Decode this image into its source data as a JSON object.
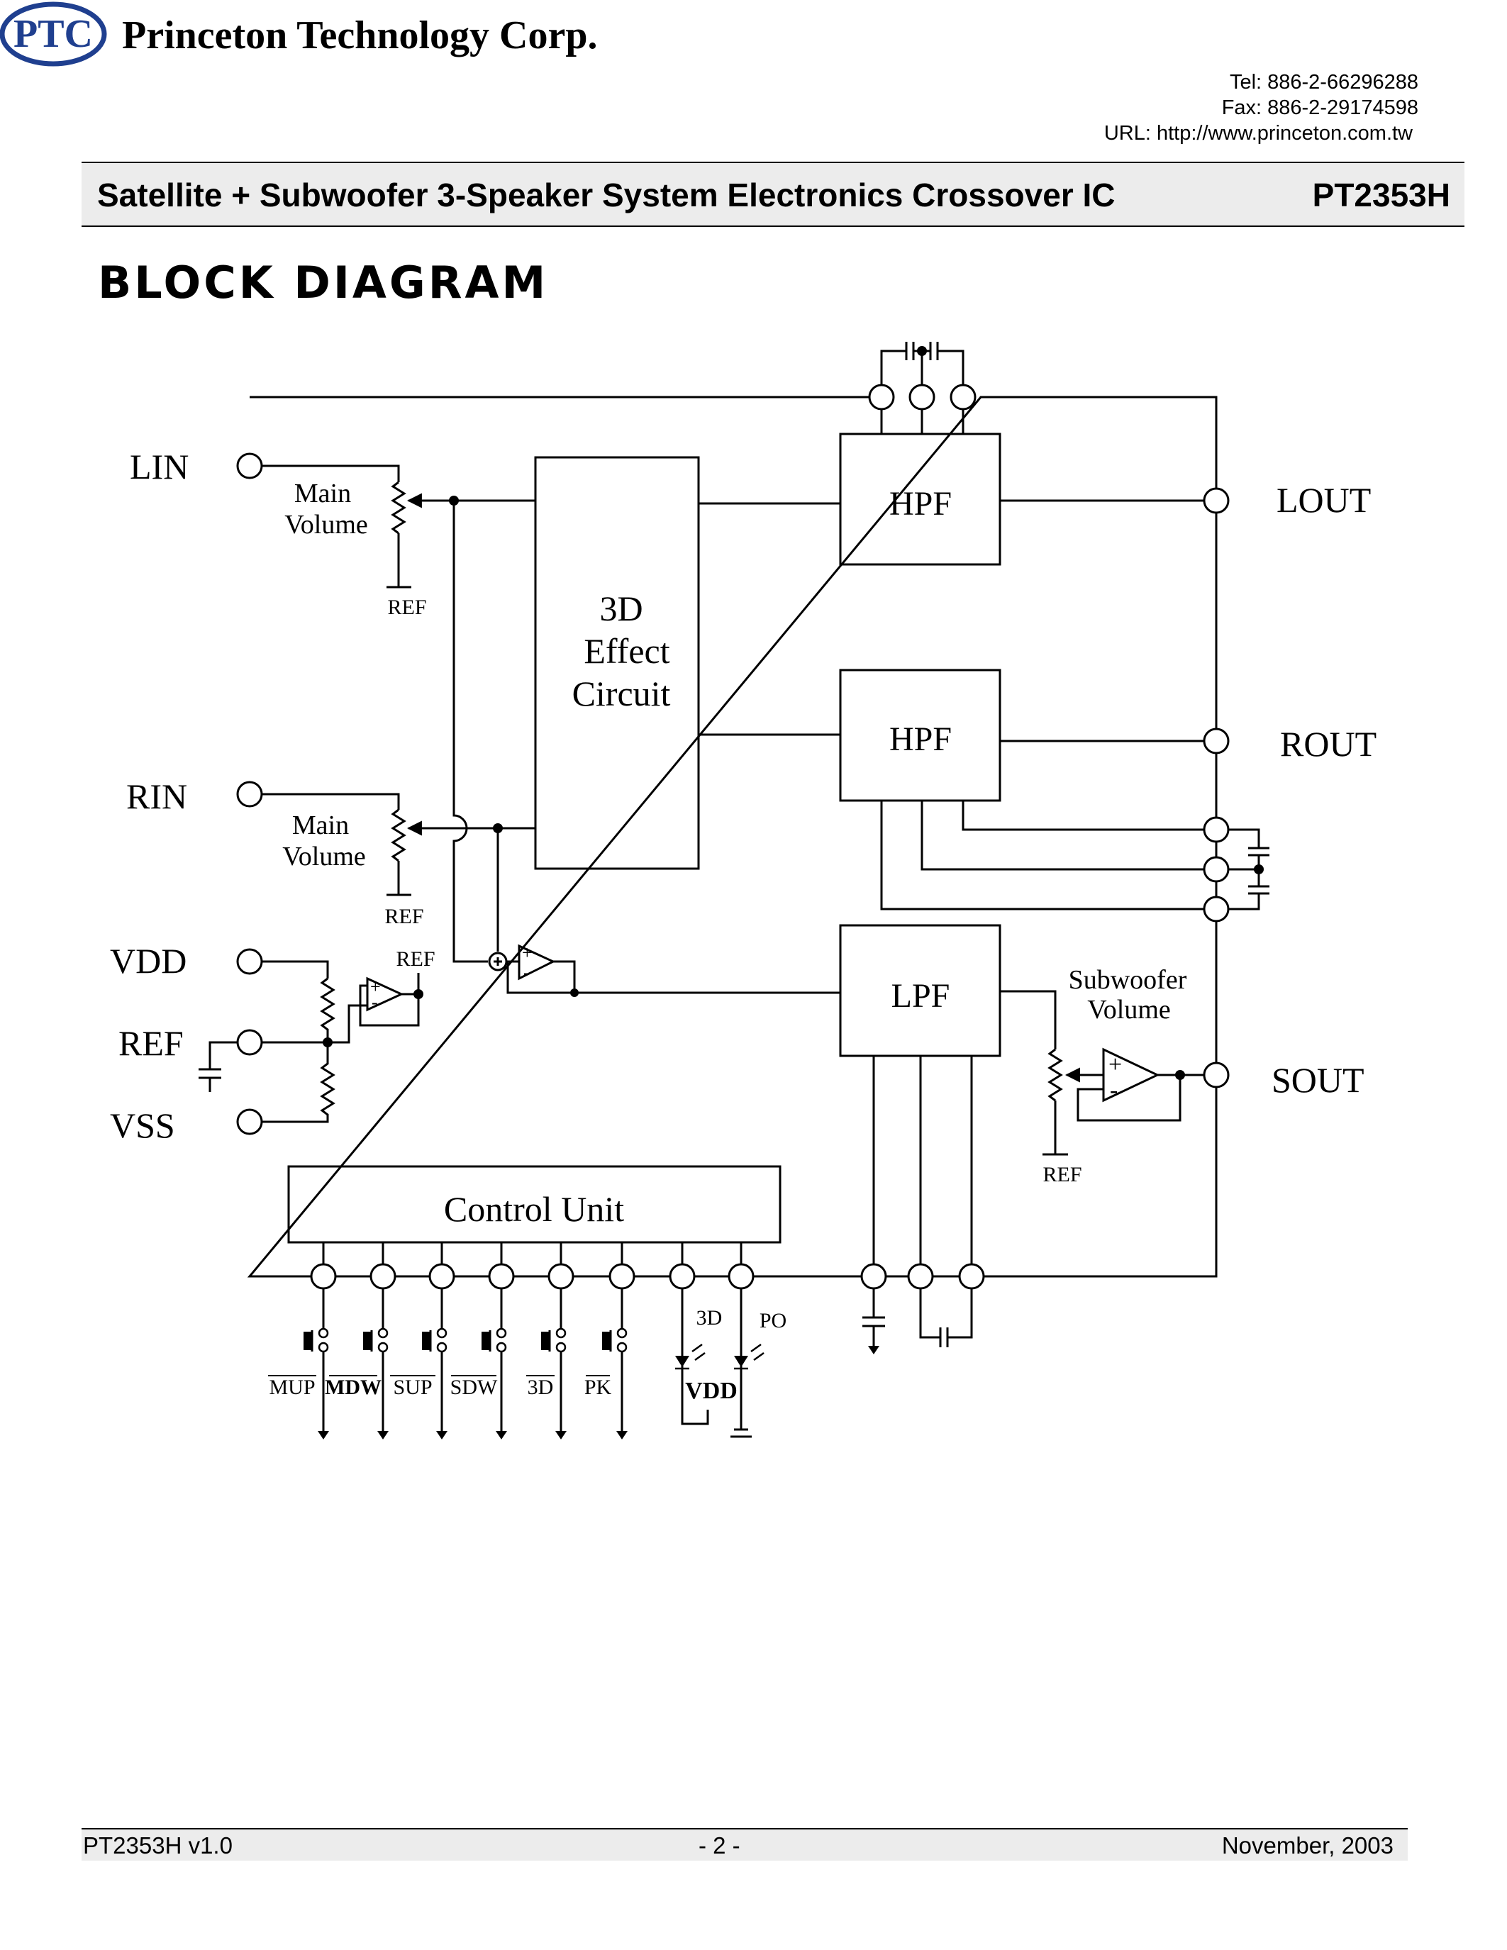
{
  "header": {
    "company_name": "Princeton Technology Corp.",
    "logo_text": "PTC",
    "tel": "Tel: 886-2-66296288",
    "fax": "Fax: 886-2-29174598",
    "url": "URL: http://www.princeton.com.tw"
  },
  "doc": {
    "title": "Satellite + Subwoofer 3-Speaker System Electronics Crossover  IC",
    "part_number": "PT2353H",
    "section_title": "BLOCK DIAGRAM"
  },
  "diagram": {
    "pins_left": [
      "LIN",
      "RIN",
      "VDD",
      "REF",
      "VSS"
    ],
    "pins_right": [
      "LOUT",
      "ROUT",
      "SOUT"
    ],
    "blocks": {
      "effect_line1": "3D",
      "effect_line2": "Effect",
      "effect_line3": "Circuit",
      "hpf_left": "HPF",
      "hpf_right": "HPF",
      "lpf": "LPF",
      "control_unit": "Control Unit"
    },
    "main_volume_line1": "Main",
    "main_volume_line2": "Volume",
    "subwoofer_volume_line1": "Subwoofer",
    "subwoofer_volume_line2": "Volume",
    "ref_label": "REF",
    "buttons": [
      "MUP",
      "MDW",
      "SUP",
      "SDW",
      "3D",
      "PK"
    ],
    "led_labels": [
      "3D",
      "PO"
    ],
    "vdd_label": "VDD"
  },
  "footer": {
    "version": "PT2353H v1.0",
    "page": "- 2 -",
    "date": "November, 2003"
  }
}
